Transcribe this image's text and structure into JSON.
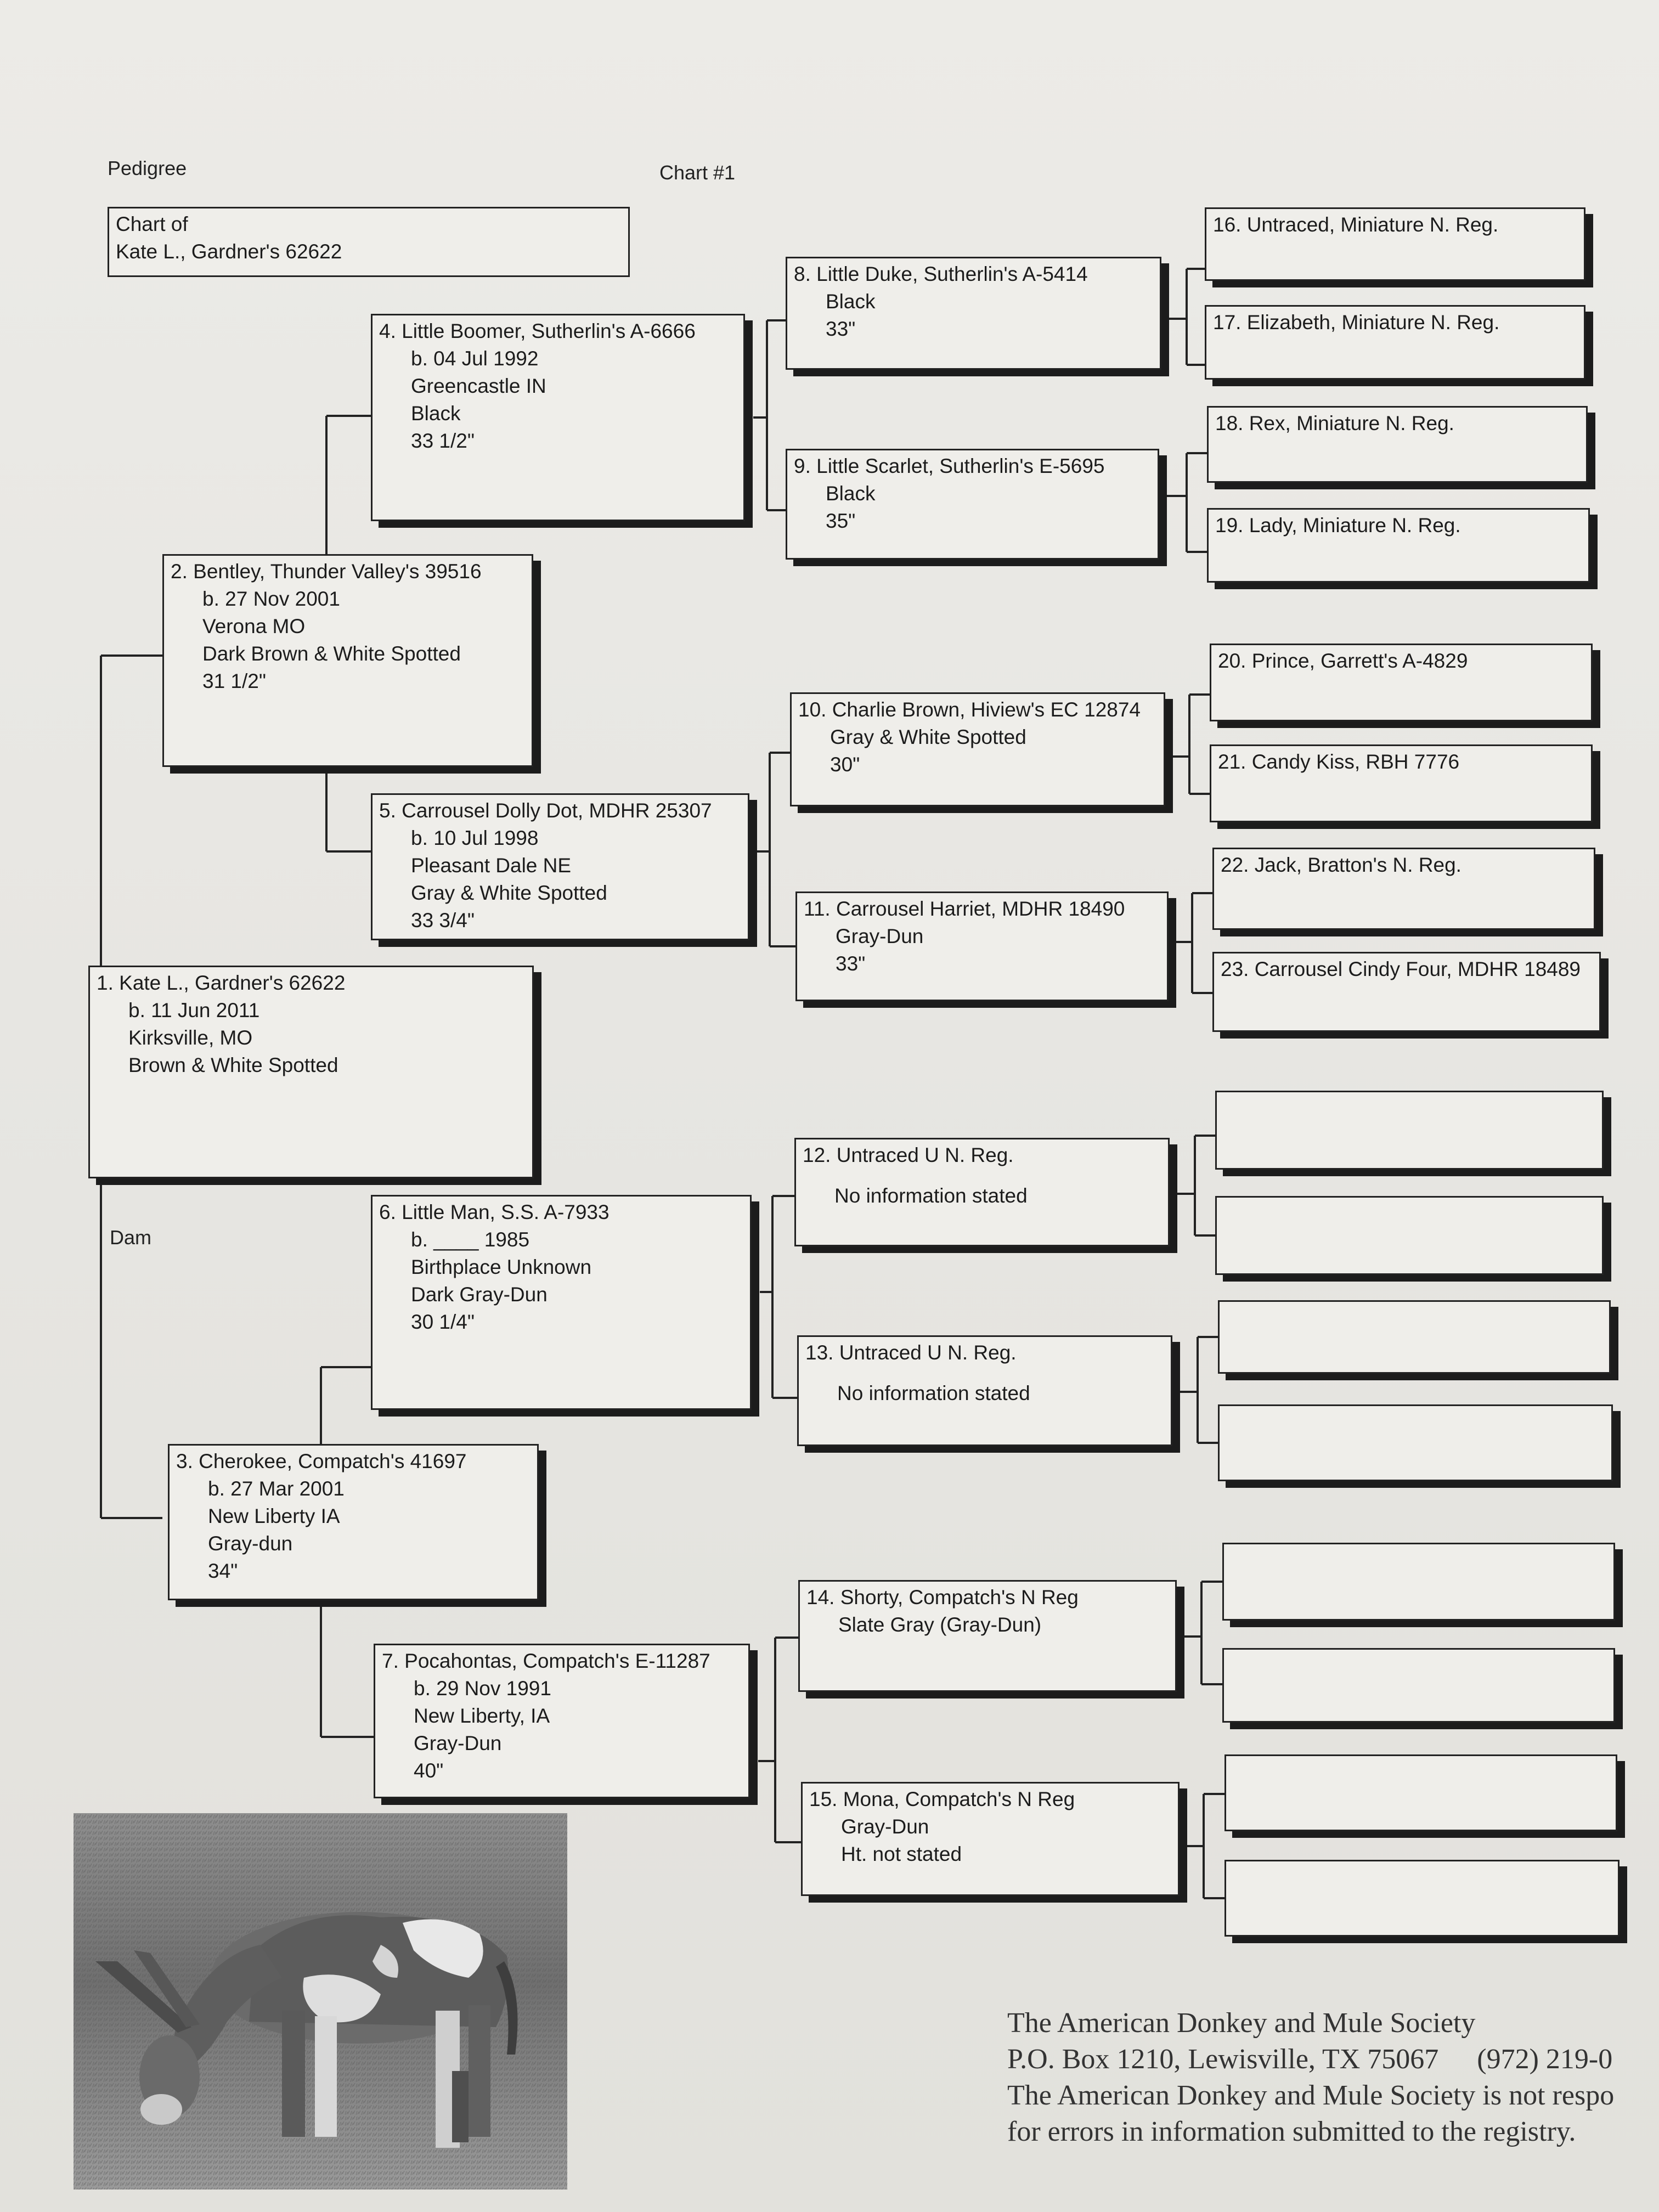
{
  "header": {
    "left": "Pedigree",
    "center": "Chart #1"
  },
  "chart_of": {
    "line1": "Chart of",
    "line2": "Kate L., Gardner's 62622"
  },
  "dam_label": "Dam",
  "animals": {
    "a1": {
      "name": "1. Kate L., Gardner's 62622",
      "lines": [
        "b. 11 Jun 2011",
        "Kirksville, MO",
        "Brown & White Spotted"
      ]
    },
    "a2": {
      "name": "2. Bentley, Thunder Valley's 39516",
      "lines": [
        "b. 27 Nov 2001",
        "Verona MO",
        "Dark Brown & White Spotted",
        "31 1/2\""
      ]
    },
    "a3": {
      "name": "3. Cherokee, Compatch's 41697",
      "lines": [
        "b. 27 Mar 2001",
        "New Liberty IA",
        "Gray-dun",
        "34\""
      ]
    },
    "a4": {
      "name": "4. Little Boomer, Sutherlin's A-6666",
      "lines": [
        "b. 04 Jul 1992",
        "Greencastle IN",
        "Black",
        "33 1/2\""
      ]
    },
    "a5": {
      "name": "5. Carrousel Dolly Dot, MDHR 25307",
      "lines": [
        "b. 10 Jul 1998",
        "Pleasant Dale NE",
        "Gray & White Spotted",
        "33 3/4\""
      ]
    },
    "a6": {
      "name": "6. Little Man, S.S. A-7933",
      "lines": [
        "b. ____ 1985",
        "Birthplace Unknown",
        "Dark Gray-Dun",
        "30 1/4\""
      ]
    },
    "a7": {
      "name": "7. Pocahontas, Compatch's E-11287",
      "lines": [
        "b. 29 Nov 1991",
        "New Liberty, IA",
        "Gray-Dun",
        "40\""
      ]
    },
    "a8": {
      "name": "8. Little Duke, Sutherlin's A-5414",
      "lines": [
        "Black",
        "33\""
      ]
    },
    "a9": {
      "name": "9. Little Scarlet, Sutherlin's E-5695",
      "lines": [
        "Black",
        "35\""
      ]
    },
    "a10": {
      "name": "10. Charlie Brown, Hiview's EC 12874",
      "lines": [
        "Gray & White Spotted",
        "30\""
      ]
    },
    "a11": {
      "name": "11. Carrousel Harriet, MDHR 18490",
      "lines": [
        "Gray-Dun",
        "33\""
      ]
    },
    "a12": {
      "name": "12. Untraced U N. Reg.",
      "note": "No information stated"
    },
    "a13": {
      "name": "13. Untraced U N. Reg.",
      "note": "No information stated"
    },
    "a14": {
      "name": "14. Shorty, Compatch's N Reg",
      "lines": [
        "Slate Gray (Gray-Dun)"
      ]
    },
    "a15": {
      "name": "15. Mona, Compatch's N Reg",
      "lines": [
        "Gray-Dun",
        "Ht. not stated"
      ]
    },
    "a16": {
      "name": "16. Untraced, Miniature N. Reg."
    },
    "a17": {
      "name": "17. Elizabeth, Miniature N. Reg."
    },
    "a18": {
      "name": "18. Rex, Miniature N. Reg."
    },
    "a19": {
      "name": "19. Lady, Miniature N. Reg."
    },
    "a20": {
      "name": "20. Prince, Garrett's A-4829"
    },
    "a21": {
      "name": "21. Candy Kiss, RBH 7776"
    },
    "a22": {
      "name": "22. Jack, Bratton's N. Reg."
    },
    "a23": {
      "name": "23. Carrousel Cindy Four, MDHR 18489"
    }
  },
  "footer": {
    "org": "The American Donkey and Mule Society",
    "address": "P.O. Box 1210, Lewisville, TX 75067",
    "phone": "(972) 219-0",
    "disclaimer1": "The American Donkey and Mule Society is not respo",
    "disclaimer2": "for errors in information submitted to the registry."
  },
  "photo": {
    "subject": "gray and white spotted miniature donkey grazing"
  }
}
